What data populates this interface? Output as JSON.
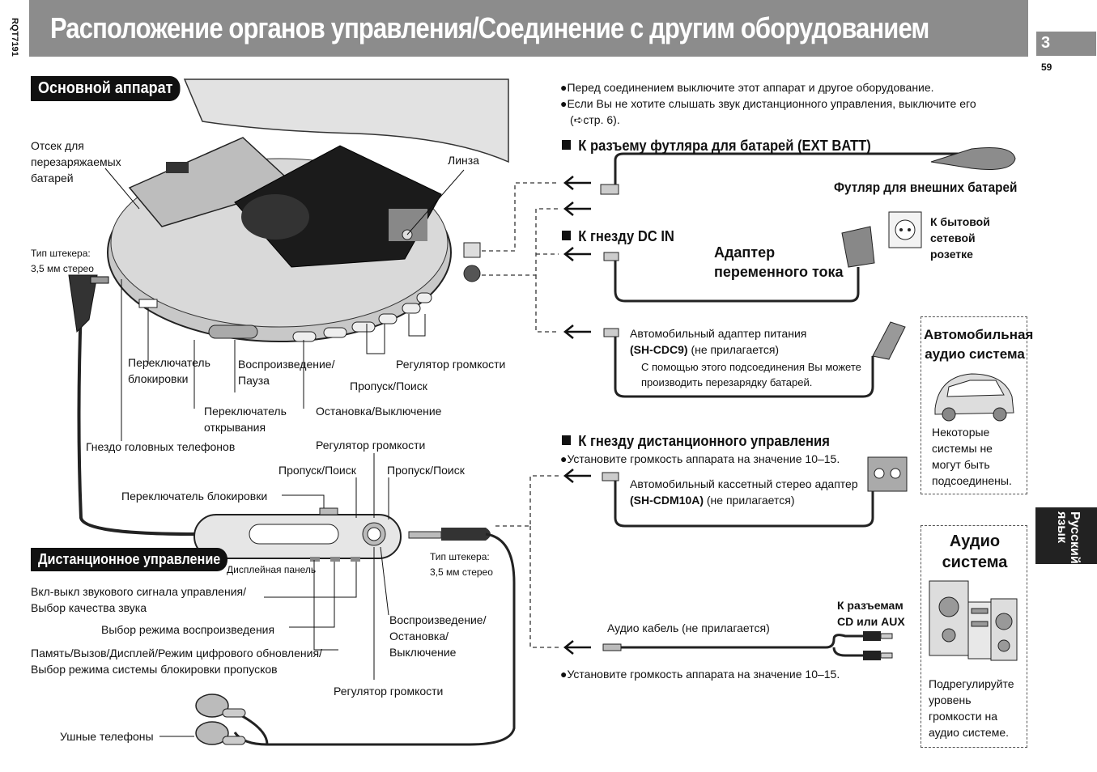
{
  "doc_id": "RQT7191",
  "page_label": "3",
  "page_number": "59",
  "title": "Расположение органов управления/Соединение с другим оборудованием",
  "language_tab": {
    "line1": "Русский",
    "line2": "язык"
  },
  "main_unit": {
    "heading": "Основной аппарат",
    "battery_compartment": [
      "Отсек для",
      "перезаряжаемых",
      "батарей"
    ],
    "lens": "Линза",
    "plug_type": [
      "Тип штекера:",
      "3,5 мм стерео"
    ],
    "hold_switch": [
      "Переключатель",
      "блокировки"
    ],
    "play_pause": [
      "Воспроизведение/",
      "Пауза"
    ],
    "skip_search": "Пропуск/Поиск",
    "volume": "Регулятор громкости",
    "open_switch": [
      "Переключатель",
      "открывания"
    ],
    "stop_off": "Остановка/Выключение",
    "headphones_jack": "Гнездо головных телефонов"
  },
  "remote": {
    "heading": "Дистанционное управление",
    "volume_top": "Регулятор громкости",
    "skip_left": "Пропуск/Поиск",
    "skip_right": "Пропуск/Поиск",
    "hold_switch": "Переключатель блокировки",
    "display_panel": "Дисплейная панель",
    "plug_type": [
      "Тип штекера:",
      "3,5 мм стерео"
    ],
    "beep_quality": [
      "Вкл-выкл звукового сигнала управления/",
      "Выбор качества звука"
    ],
    "play_mode": "Выбор режима воспроизведения",
    "memory": [
      "Память/Вызов/Дисплей/Режим цифрового обновления/",
      "Выбор режима системы блокировки пропусков"
    ],
    "play_stop_off": [
      "Воспроизведение/",
      "Остановка/",
      "Выключение"
    ],
    "volume_bottom": "Регулятор громкости",
    "earphones": "Ушные телефоны"
  },
  "notes": [
    "●Перед соединением выключите этот аппарат и другое оборудование.",
    "●Если Вы не хотите слышать звук дистанционного управления, выключите его",
    "(➪стр. 6)."
  ],
  "ext_batt": {
    "heading": "К разъему футляра для батарей (EXT BATT)",
    "caption": "Футляр для внешних батарей"
  },
  "dc_in": {
    "heading": "К гнезду DC IN",
    "adapter": [
      "Адаптер",
      "переменного тока"
    ],
    "outlet": [
      "К бытовой",
      "сетевой",
      "розетке"
    ],
    "car_adapter_title": "Автомобильный адаптер питания",
    "car_adapter_model": "(SH-CDC9)",
    "car_adapter_note": " (не прилагается)",
    "car_adapter_desc": [
      "С помощью этого подсоединения Вы можете",
      "производить перезарядку батарей."
    ]
  },
  "car_audio": {
    "heading": [
      "Автомобильная",
      "аудио система"
    ],
    "note": [
      "Некоторые",
      "системы не",
      "могут быть",
      "подсоединены."
    ]
  },
  "remote_jack": {
    "heading": "К гнезду дистанционного управления",
    "set_volume": "●Установите громкость аппарата на значение 10–15.",
    "cassette_title": "Автомобильный кассетный стерео адаптер",
    "cassette_model": "(SH-CDM10A)",
    "cassette_note": " (не прилагается)"
  },
  "audio_system": {
    "heading": [
      "Аудио",
      "система"
    ],
    "note": [
      "Подрегулируйте",
      "уровень",
      "громкости на",
      "аудио системе."
    ]
  },
  "audio_cable": {
    "label": "Аудио кабель (не прилагается)",
    "connectors": [
      "К разъемам",
      "CD или AUX"
    ],
    "set_volume": "●Установите громкость аппарата на значение 10–15."
  }
}
